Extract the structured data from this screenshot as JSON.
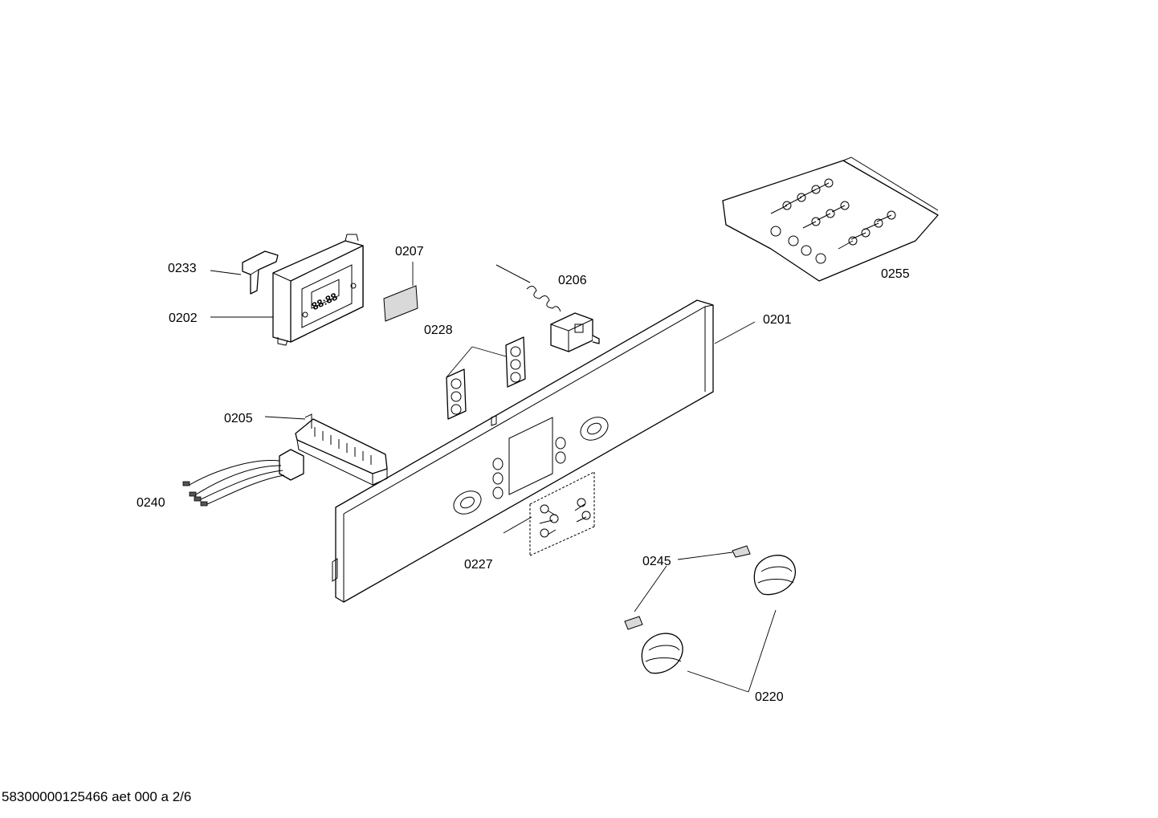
{
  "callouts": {
    "p0233": "0233",
    "p0202": "0202",
    "p0207": "0207",
    "p0206": "0206",
    "p0228": "0228",
    "p0201": "0201",
    "p0255": "0255",
    "p0205": "0205",
    "p0240": "0240",
    "p0227": "0227",
    "p0245": "0245",
    "p0220": "0220"
  },
  "footer": "58300000125466 aet 000 a 2/6"
}
